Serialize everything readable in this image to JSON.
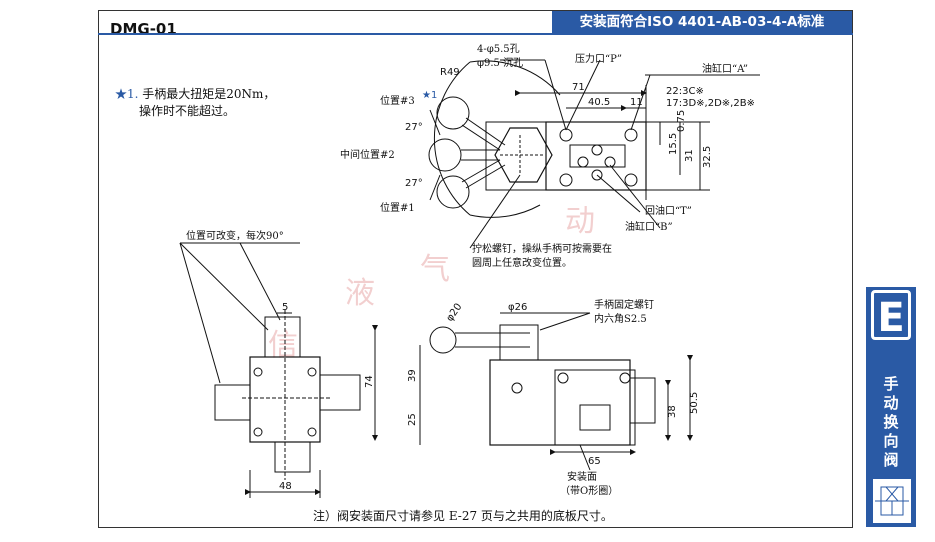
{
  "header": {
    "model": "DMG-01",
    "banner": "安装面符合ISO 4401-AB-03-4-A标准"
  },
  "note": {
    "star_label": "★1.",
    "line1": "手柄最大扭矩是20Nm，",
    "line2": "操作时不能超过。"
  },
  "top_view": {
    "pos3": "位置#3",
    "pos2": "中间位置#2",
    "pos1": "位置#1",
    "star1": "★1",
    "r49": "R49",
    "angle_a": "27°",
    "angle_b": "27°",
    "hole1": "4-φ5.5孔",
    "hole2": "φ9.5 沉孔",
    "port_p": "压力口“P”",
    "port_a": "油缸口“A”",
    "port_t": "回油口“T”",
    "port_b": "油缸口“B”",
    "dim_71": "71",
    "dim_40_5": "40.5",
    "dim_11": "11",
    "dim_22": "22:3C※",
    "dim_17": "17:3D※,2D※,2B※",
    "dim_0_75": "0.75",
    "dim_15_5": "15.5",
    "dim_31": "31",
    "dim_32_5": "32.5",
    "loosen1": "拧松螺钉，操纵手柄可按需要在",
    "loosen2": "圆周上任意改变位置。"
  },
  "left_view": {
    "pos_change": "位置可改变，每次90°",
    "dim_5": "5",
    "dim_74": "74",
    "dim_48": "48"
  },
  "right_view": {
    "dia20": "φ20",
    "dia26": "φ26",
    "screw1": "手柄固定螺钉",
    "screw2": "内六角S2.5",
    "dim_39": "39",
    "dim_25": "25",
    "dim_38": "38",
    "dim_50_5": "50.5",
    "dim_65": "65",
    "mount1": "安装面",
    "mount2": "（带O形圈）"
  },
  "footnote": "注）阀安装面尺寸请参见 E-27 页与之共用的底板尺寸。",
  "side_tab": {
    "letter": "E",
    "chars": [
      "手",
      "动",
      "换",
      "向",
      "阀"
    ]
  },
  "watermark": [
    "信",
    "液",
    "气",
    "动"
  ],
  "colors": {
    "accent": "#2a5aa5",
    "watermark": "#e8a8a8"
  }
}
